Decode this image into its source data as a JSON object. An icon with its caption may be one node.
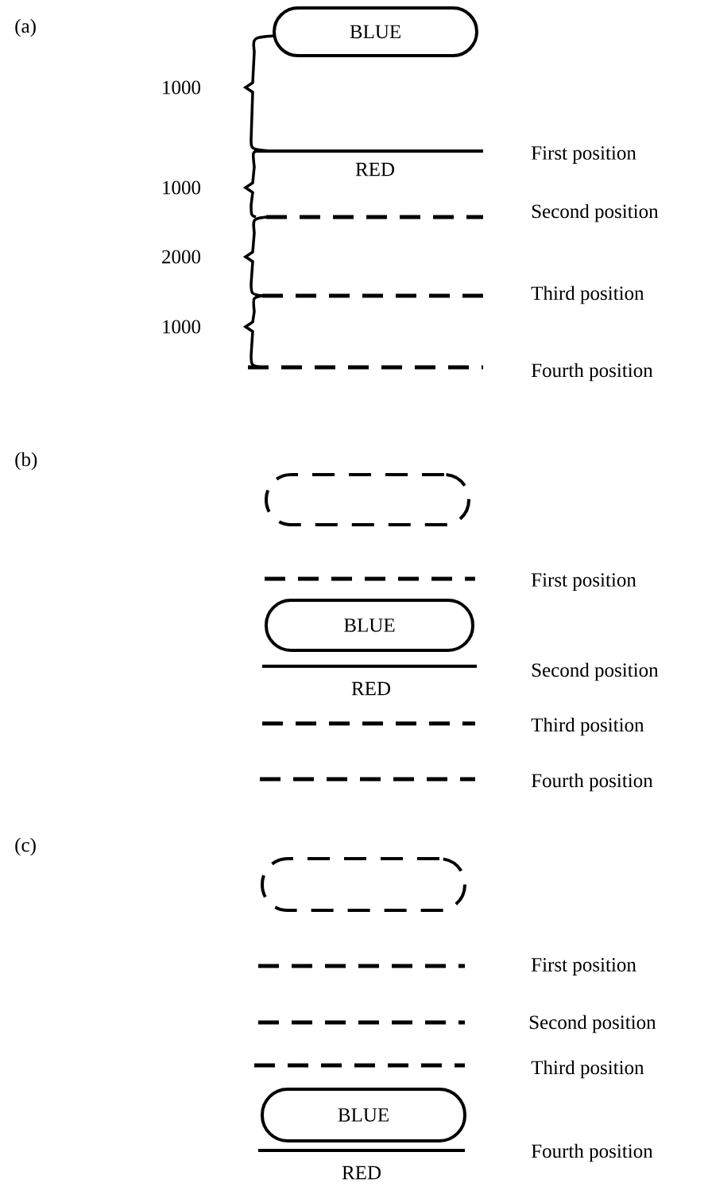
{
  "diagram": {
    "nodes": [
      {
        "text": [
          "BLUE"
        ]
      },
      {
        "text": [],
        "shape": "box"
      },
      {
        "text": [
          "BLUE"
        ]
      },
      {
        "text": [],
        "shape": "box"
      },
      {
        "text": [
          "BLUE"
        ]
      }
    ],
    "labels": [
      "(a)",
      "1000",
      "First position",
      "RED",
      "1000",
      "Second position",
      "2000",
      "Third position",
      "1000",
      "Fourth position",
      "(b)",
      "First position",
      "Second position",
      "RED",
      "Third position",
      "Fourth position",
      "(c)",
      "First position",
      "Second position",
      "Third position",
      "Fourth position",
      "RED"
    ]
  }
}
